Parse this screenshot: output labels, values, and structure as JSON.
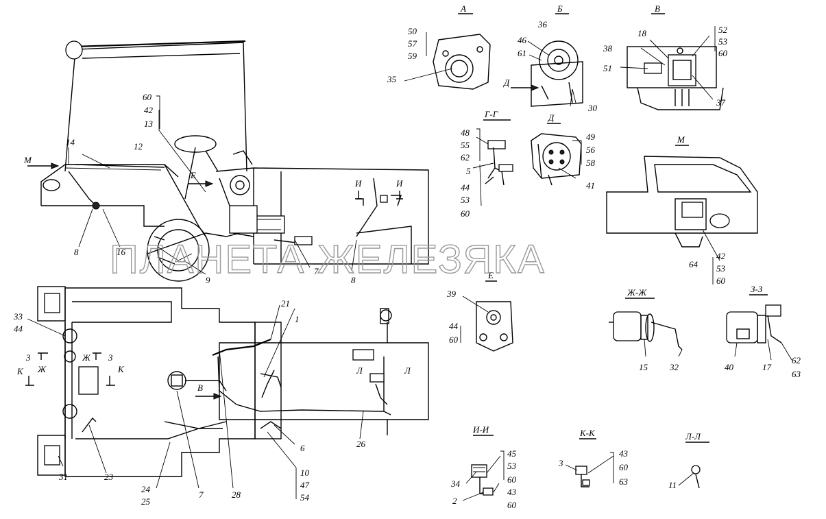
{
  "watermark": "ПЛАНЕТА ЖЕЛЕЗЯКА",
  "views": {
    "A": "А",
    "B": "Б",
    "V": "В",
    "GG": "Г-Г",
    "D": "Д",
    "M": "М",
    "E": "Е",
    "ZhZh": "Ж-Ж",
    "ZZ": "З-З",
    "II": "И-И",
    "KK": "К-К",
    "LL": "Л-Л"
  },
  "arrows": {
    "M": "М",
    "E": "Е",
    "D": "Д",
    "V": "В",
    "I1": "И",
    "I2": "И",
    "Z1": "3",
    "Z2": "3",
    "Zh1": "Ж",
    "Zh2": "Ж",
    "K1": "К",
    "K2": "К",
    "L1": "Л",
    "L2": "Л"
  },
  "labels": {
    "side": {
      "l60": "60",
      "l42": "42",
      "l13": "13",
      "l14": "14",
      "l12": "12",
      "l8a": "8",
      "l16": "16",
      "l9": "9",
      "l7": "7",
      "l8b": "8"
    },
    "top": {
      "l33": "33",
      "l44": "44",
      "l21": "21",
      "l1": "1",
      "l6": "6",
      "l26": "26",
      "l31": "31",
      "l23": "23",
      "l24": "24",
      "l25": "25",
      "l7": "7",
      "l28": "28",
      "l10": "10",
      "l47": "47",
      "l54": "54"
    },
    "A": {
      "l50": "50",
      "l57": "57",
      "l59": "59",
      "l35": "35"
    },
    "B": {
      "l36": "36",
      "l46": "46",
      "l61": "61",
      "l30": "30"
    },
    "V": {
      "l18": "18",
      "l52": "52",
      "l53": "53",
      "l60": "60",
      "l38": "38",
      "l51": "51",
      "l37": "37"
    },
    "GG": {
      "l48": "48",
      "l55": "55",
      "l62": "62",
      "l5": "5",
      "l44": "44",
      "l53": "53",
      "l60": "60"
    },
    "D": {
      "l49": "49",
      "l56": "56",
      "l58": "58",
      "l41": "41"
    },
    "M": {
      "l64": "64",
      "l42": "42",
      "l53": "53",
      "l60": "60"
    },
    "E": {
      "l39": "39",
      "l44": "44",
      "l60": "60"
    },
    "ZhZh": {
      "l15": "15",
      "l32": "32"
    },
    "ZZ": {
      "l40": "40",
      "l17": "17",
      "l62": "62",
      "l63": "63"
    },
    "II": {
      "l45": "45",
      "l53": "53",
      "l60": "60",
      "l34": "34",
      "l2": "2",
      "l43": "43",
      "l60b": "60"
    },
    "KK": {
      "l3": "3",
      "l43": "43",
      "l60": "60",
      "l63": "63"
    },
    "LL": {
      "l11": "11"
    }
  }
}
